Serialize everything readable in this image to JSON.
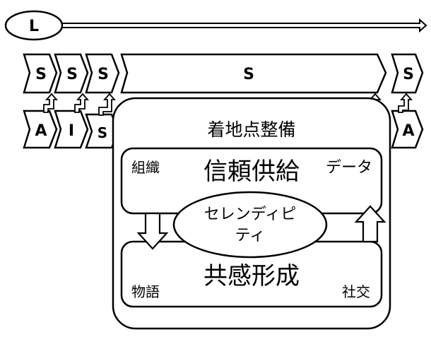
{
  "timeline": {
    "long_label": "L"
  },
  "top_row": [
    {
      "id": "s1",
      "label": "S"
    },
    {
      "id": "s2",
      "label": "S"
    },
    {
      "id": "s3",
      "label": "S"
    },
    {
      "id": "s_long",
      "label": "S"
    },
    {
      "id": "s_end",
      "label": "S"
    }
  ],
  "bottom_row": [
    {
      "id": "a1",
      "label": "A"
    },
    {
      "id": "i1",
      "label": "I"
    },
    {
      "id": "s_small",
      "label": "S"
    },
    {
      "id": "a2",
      "label": "A"
    }
  ],
  "landing": {
    "title": "着地点整備",
    "upper_box": {
      "left_label": "組織",
      "center_label": "信頼供給",
      "right_label": "データ"
    },
    "center_ellipse": {
      "line1": "セレンディピ",
      "line2": "ティ"
    },
    "lower_box": {
      "left_label": "物語",
      "center_label": "共感形成",
      "right_label": "社交"
    }
  }
}
